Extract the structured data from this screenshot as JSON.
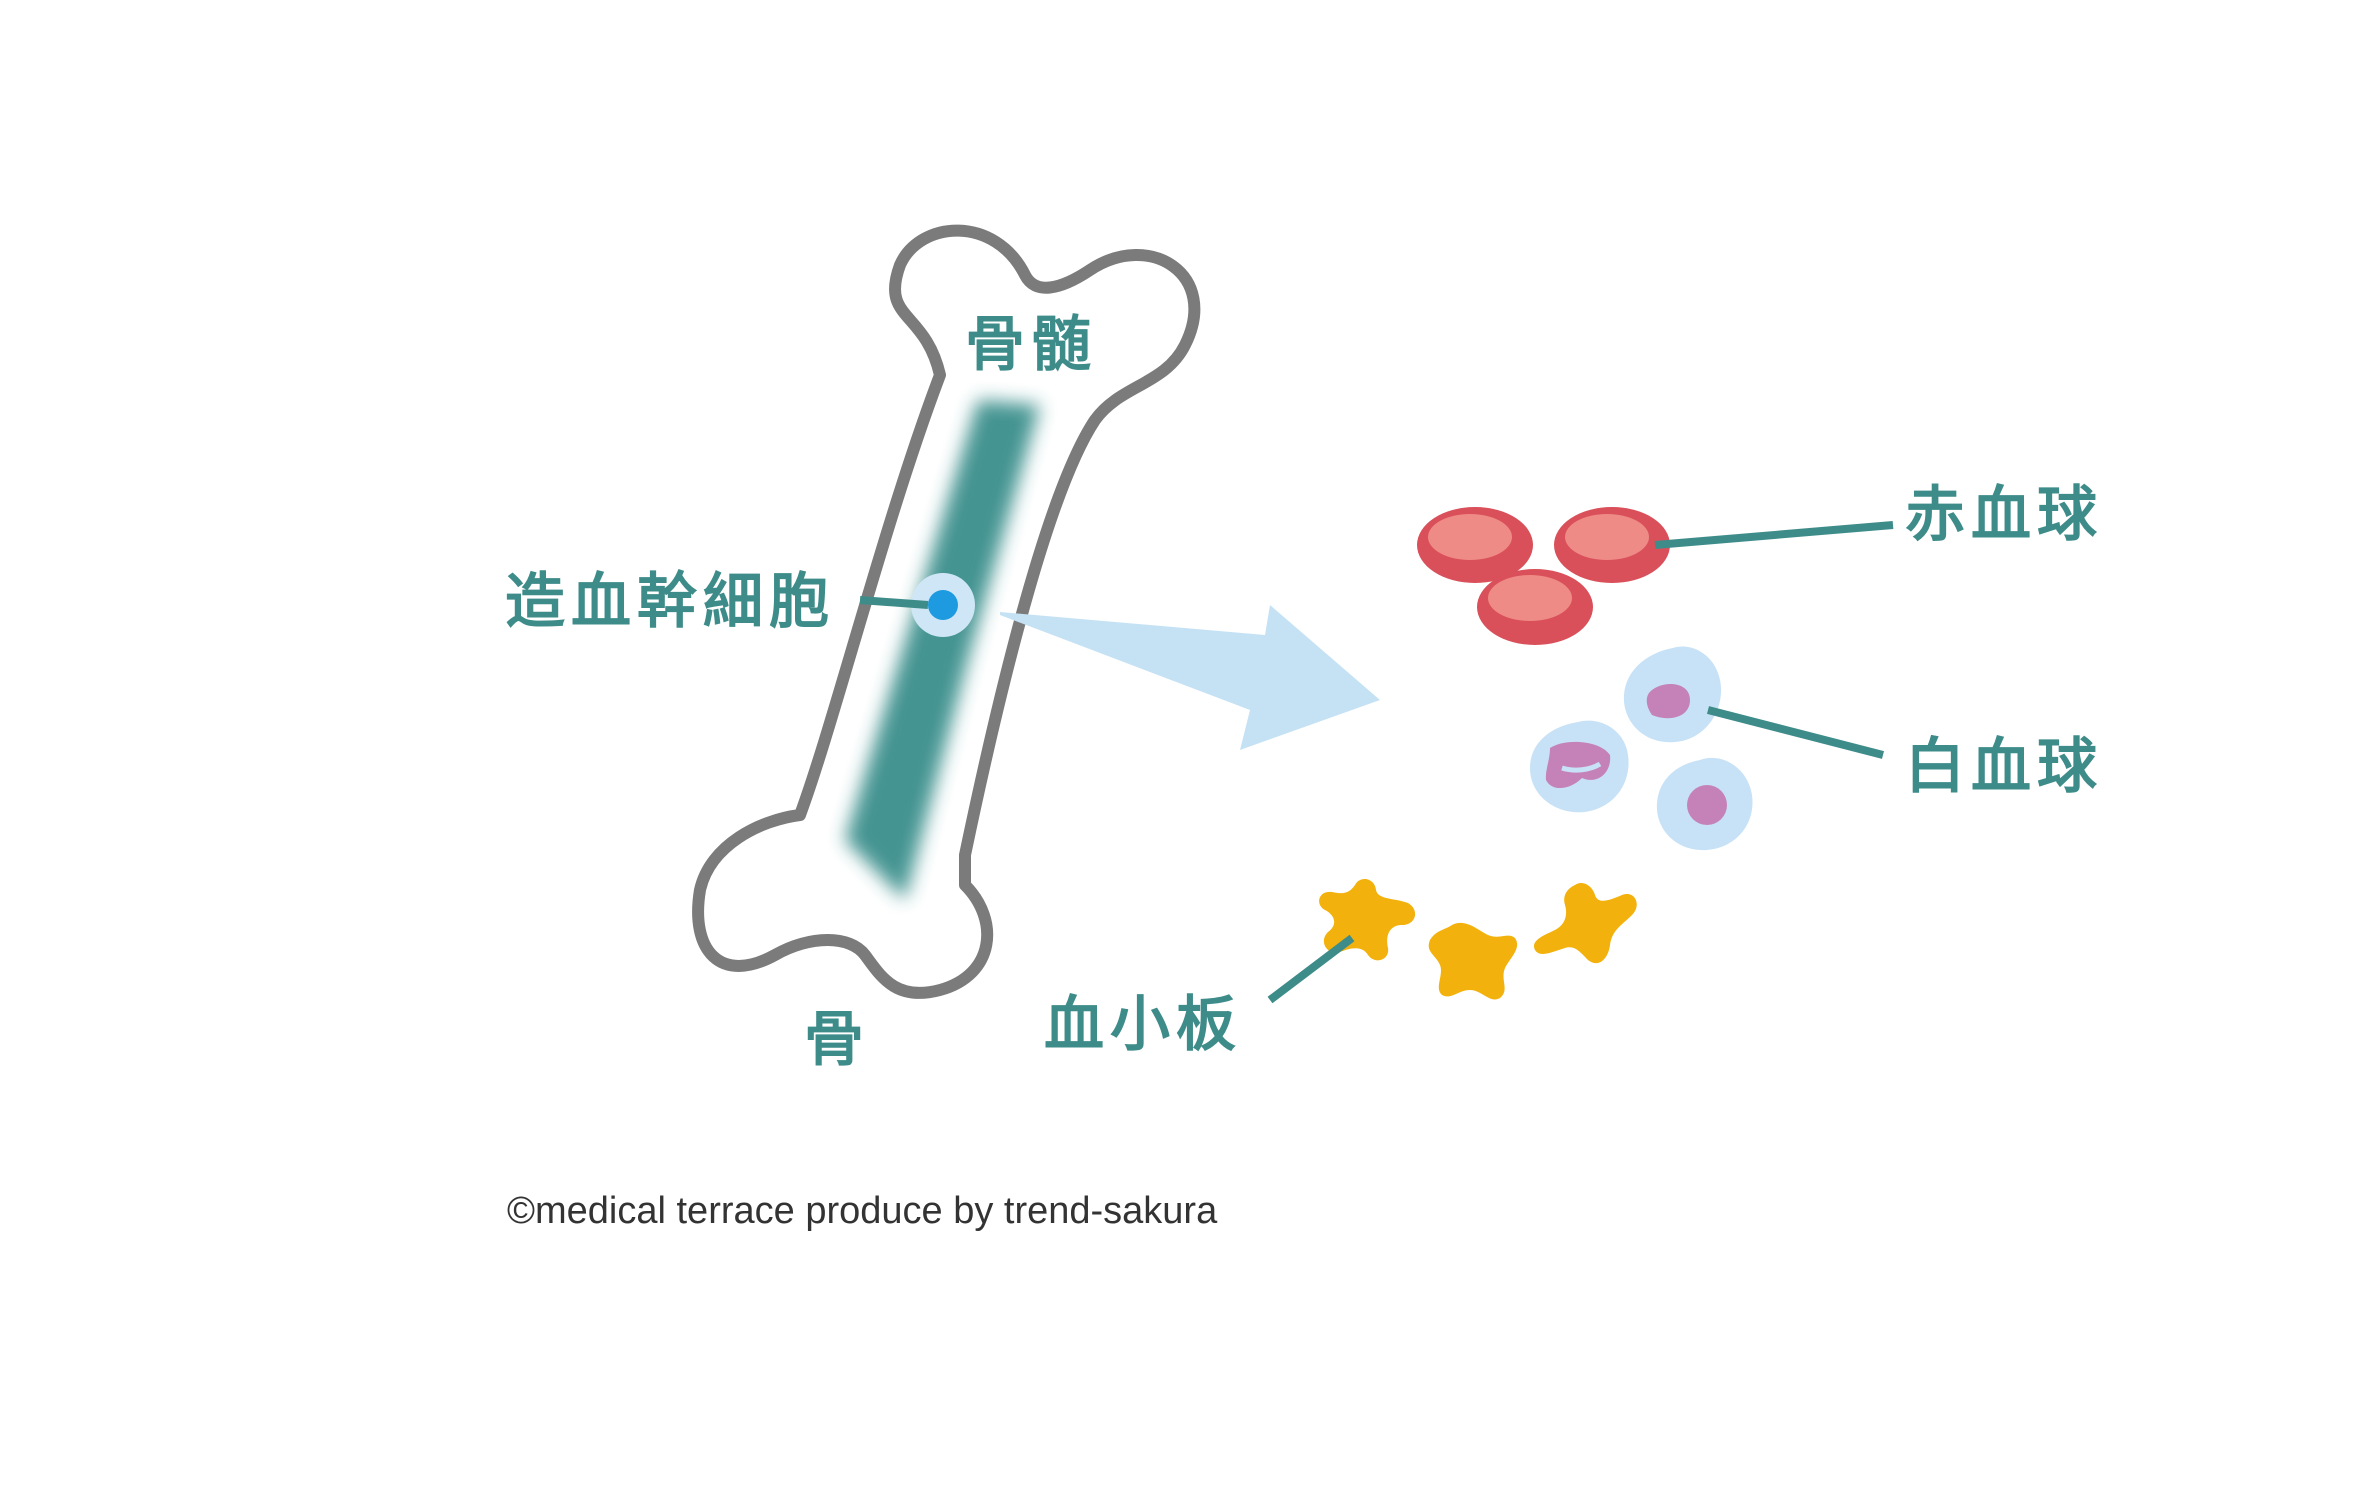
{
  "labels": {
    "bone_marrow": "骨髄",
    "bone": "骨",
    "stem_cell": "造血幹細胞",
    "red_blood_cells": "赤血球",
    "white_blood_cells": "白血球",
    "platelets": "血小板"
  },
  "credit": "©medical terrace produce by trend-sakura",
  "colors": {
    "label_text": "#3e8c8a",
    "leader_line": "#3e8c8a",
    "bone_outline": "#7b7b7b",
    "marrow": "#3a8f8c",
    "stem_cell": "#1e9be0",
    "stem_cell_halo": "#cfe6f7",
    "arrow": "#c5e2f5",
    "rbc_outer": "#d9505a",
    "rbc_inner": "#ef8b86",
    "wbc_outer": "#c7e2f6",
    "wbc_nucleus": "#c582b8",
    "platelet": "#f2b10c",
    "credit_text": "#333333"
  }
}
